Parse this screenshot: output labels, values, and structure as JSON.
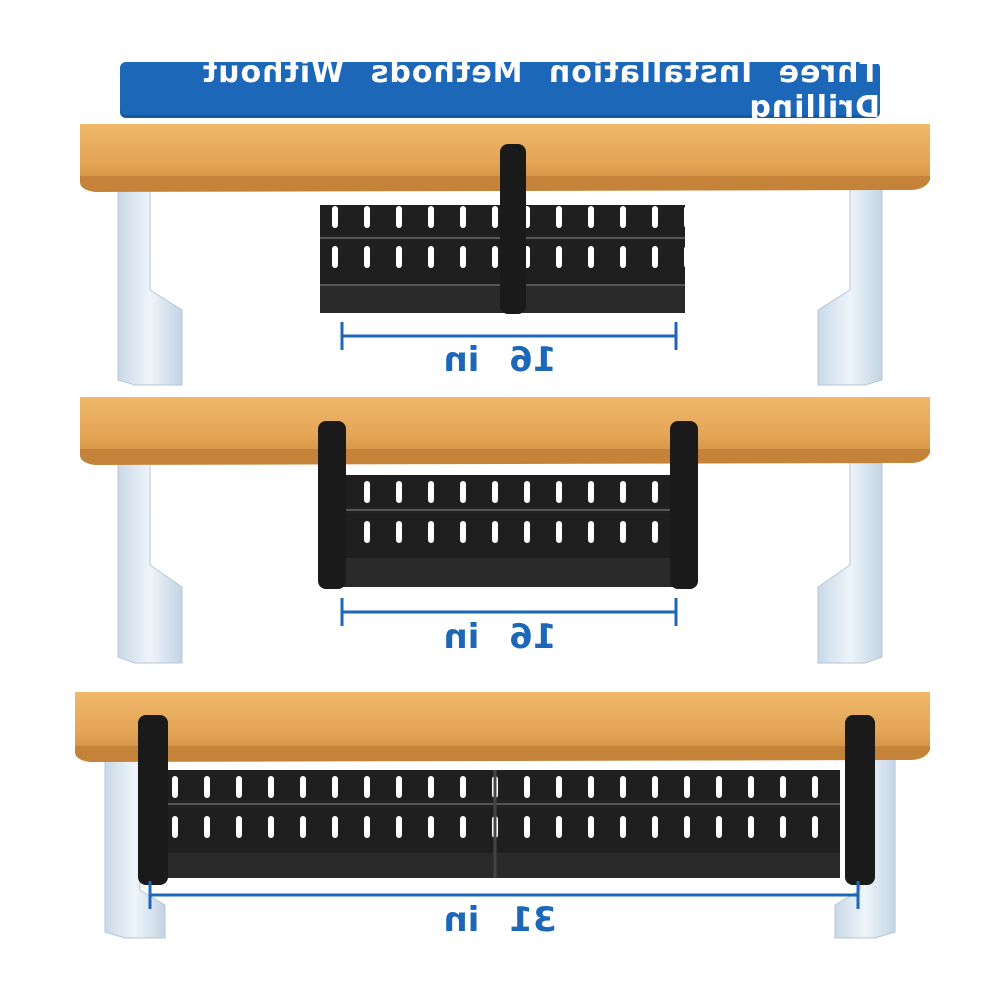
{
  "banner": {
    "title": "Three Installation Methods Without Drilling"
  },
  "installations": [
    {
      "length_label": "16 in",
      "method": "center-clamp"
    },
    {
      "length_label": "16 in",
      "method": "dual-clamp"
    },
    {
      "length_label": "31 in",
      "method": "extended-dual-clamp"
    }
  ],
  "colors": {
    "banner": "#1c67b8",
    "dimension": "#1c67b8",
    "desk_top": "#e7a85a",
    "desk_leg": "#d8e6f2",
    "tray": "#1f1f1f"
  }
}
